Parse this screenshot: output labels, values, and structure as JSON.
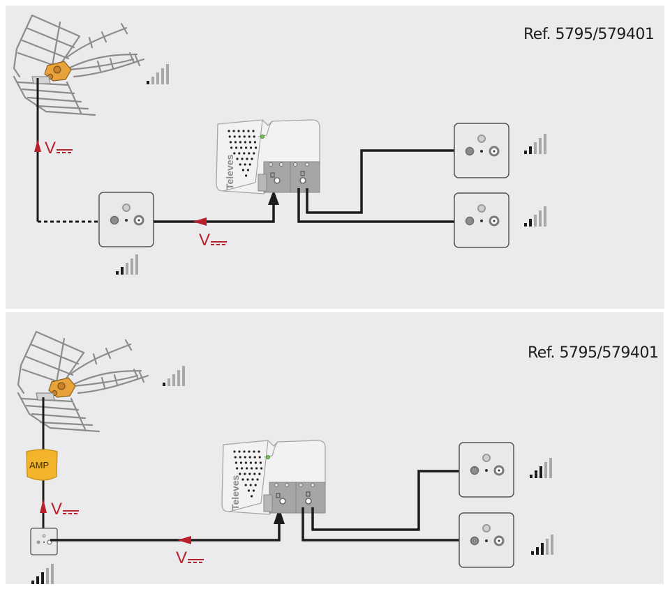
{
  "diagrams": [
    {
      "id": "top",
      "reference": "Ref. 5795/579401",
      "amplifier_brand": "Televes",
      "voltage_labels": [
        "V⎓",
        "V⎓"
      ],
      "antenna_signal_level": {
        "active_bars": 1,
        "total_bars": 5
      },
      "input_socket_signal_level": {
        "active_bars": 2,
        "total_bars": 5
      },
      "output_sockets": [
        {
          "signal_level": {
            "active_bars": 2,
            "total_bars": 5
          }
        },
        {
          "signal_level": {
            "active_bars": 2,
            "total_bars": 5
          }
        }
      ]
    },
    {
      "id": "bottom",
      "reference": "Ref. 5795/579401",
      "amplifier_brand": "Televes",
      "mast_amplifier_label": "AMP",
      "voltage_labels": [
        "V⎓",
        "V⎓"
      ],
      "antenna_signal_level": {
        "active_bars": 1,
        "total_bars": 5
      },
      "input_socket_signal_level": {
        "active_bars": 3,
        "total_bars": 5
      },
      "output_sockets": [
        {
          "signal_level": {
            "active_bars": 3,
            "total_bars": 5
          }
        },
        {
          "signal_level": {
            "active_bars": 3,
            "total_bars": 5
          }
        }
      ]
    }
  ],
  "colors": {
    "panel_bg": "#ebebed",
    "cable": "#1c1c1c",
    "voltage_red": "#b8202c",
    "amp_yellow": "#f2b42a",
    "antenna_orange": "#e8a23a",
    "bar_active": "#1c1c1c",
    "bar_inactive": "#a8a8a8"
  }
}
